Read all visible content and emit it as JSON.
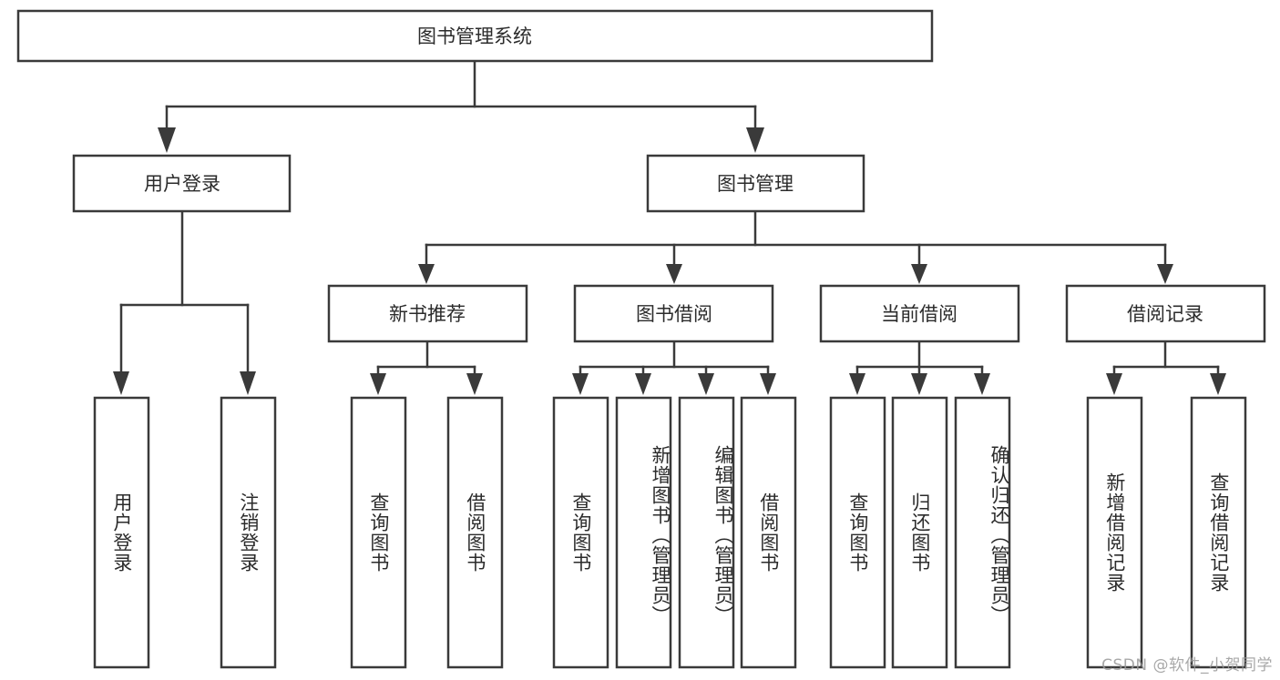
{
  "diagram": {
    "type": "tree-hierarchy",
    "title": "图书管理系统",
    "root": {
      "label": "图书管理系统",
      "level": 0
    },
    "level1": [
      {
        "label": "用户登录"
      },
      {
        "label": "图书管理"
      }
    ],
    "level2": [
      {
        "label": "新书推荐",
        "parent": "图书管理"
      },
      {
        "label": "图书借阅",
        "parent": "图书管理"
      },
      {
        "label": "当前借阅",
        "parent": "图书管理"
      },
      {
        "label": "借阅记录",
        "parent": "图书管理"
      }
    ],
    "leaves": {
      "user_login": [
        {
          "label": "用户登录"
        },
        {
          "label": "注销登录"
        }
      ],
      "new_book_recommend": [
        {
          "label": "查询图书"
        },
        {
          "label": "借阅图书"
        }
      ],
      "book_borrow": [
        {
          "label": "查询图书"
        },
        {
          "label": "新增图书（管理员）"
        },
        {
          "label": "编辑图书（管理员）"
        },
        {
          "label": "借阅图书"
        }
      ],
      "current_borrow": [
        {
          "label": "查询图书"
        },
        {
          "label": "归还图书"
        },
        {
          "label": "确认归还（管理员）"
        }
      ],
      "borrow_record": [
        {
          "label": "新增借阅记录"
        },
        {
          "label": "查询借阅记录"
        }
      ]
    }
  },
  "watermark": {
    "text": "CSDN @软件_小贺同学"
  },
  "colors": {
    "stroke": "#3a3a3a",
    "fill": "#ffffff",
    "text": "#2b2b2b",
    "watermark": "#9a9a9a"
  }
}
